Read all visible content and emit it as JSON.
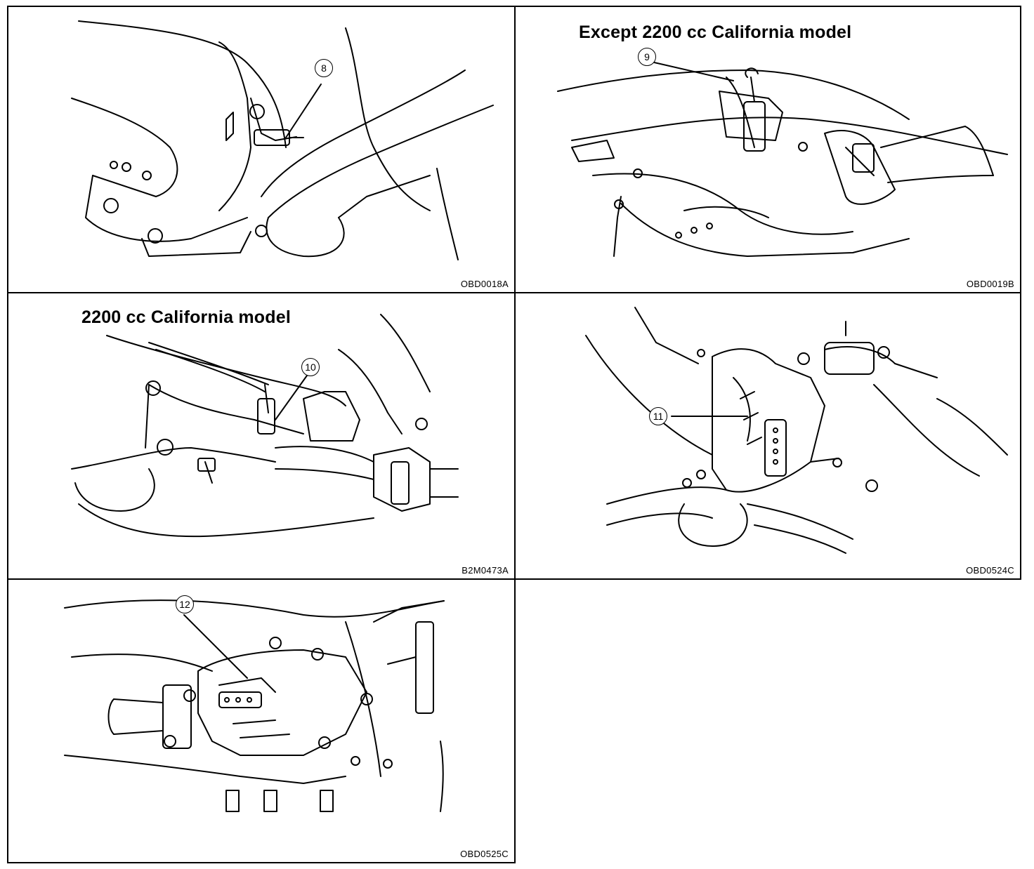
{
  "panels": [
    {
      "caption": "",
      "callout": "8",
      "code": "OBD0018A"
    },
    {
      "caption": "Except 2200 cc California model",
      "callout": "9",
      "code": "OBD0019B"
    },
    {
      "caption": "2200 cc California model",
      "callout": "10",
      "code": "B2M0473A"
    },
    {
      "caption": "",
      "callout": "11",
      "code": "OBD0524C"
    },
    {
      "caption": "",
      "callout": "12",
      "code": "OBD0525C"
    }
  ]
}
